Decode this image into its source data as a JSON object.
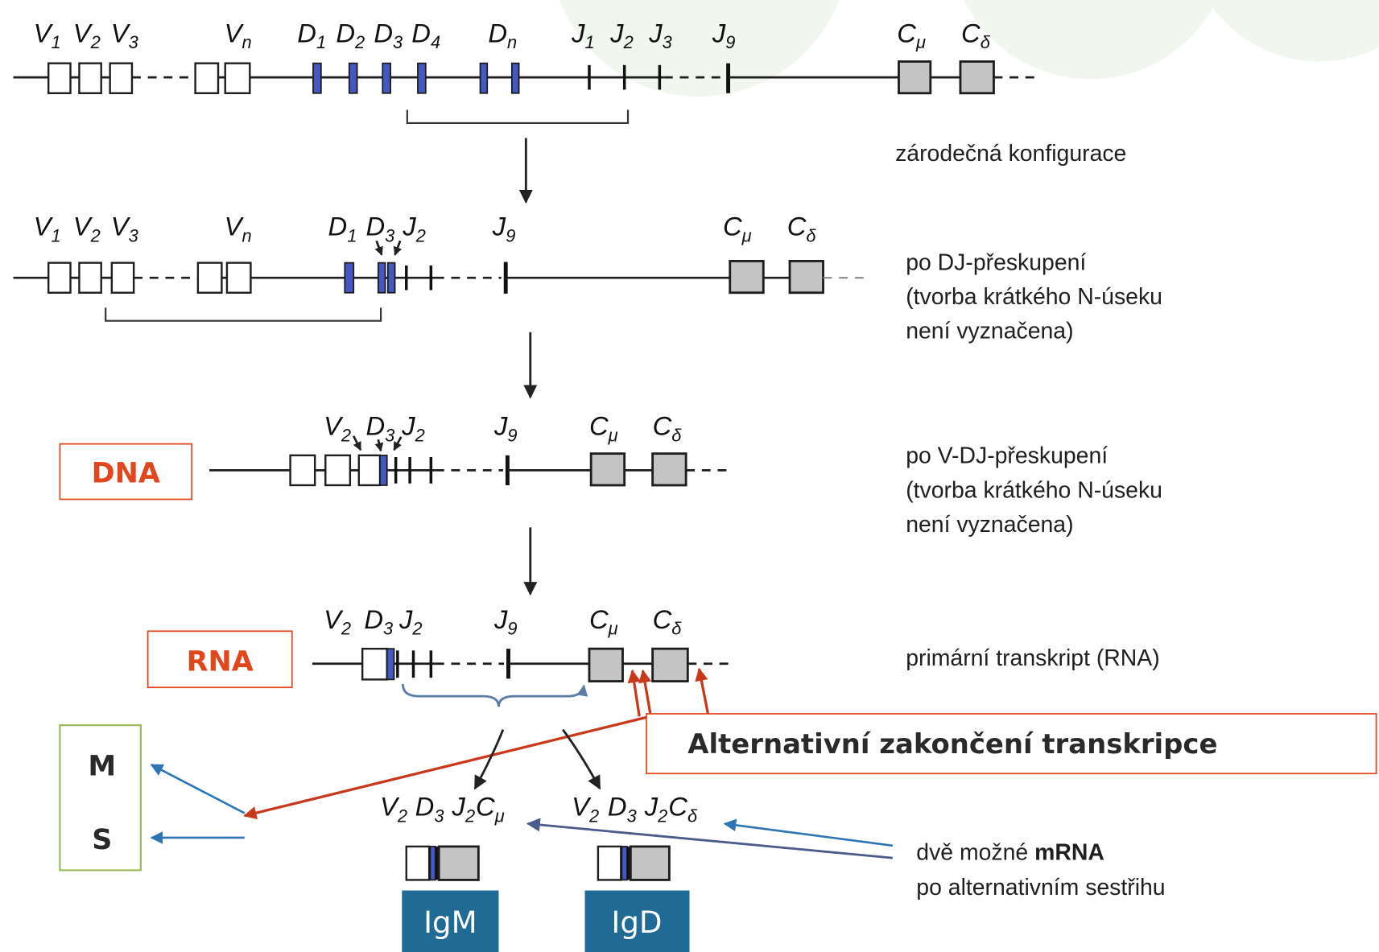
{
  "rows": {
    "germline": {
      "labels": [
        {
          "base": "V",
          "sub": "1"
        },
        {
          "base": "V",
          "sub": "2"
        },
        {
          "base": "V",
          "sub": "3"
        },
        {
          "base": "V",
          "sub": "n"
        },
        {
          "base": "D",
          "sub": "1"
        },
        {
          "base": "D",
          "sub": "2"
        },
        {
          "base": "D",
          "sub": "3"
        },
        {
          "base": "D",
          "sub": "4"
        },
        {
          "base": "D",
          "sub": "n"
        },
        {
          "base": "J",
          "sub": "1"
        },
        {
          "base": "J",
          "sub": "2"
        },
        {
          "base": "J",
          "sub": "3"
        },
        {
          "base": "J",
          "sub": "9"
        },
        {
          "base": "C",
          "sub": "μ"
        },
        {
          "base": "C",
          "sub": "δ"
        }
      ],
      "description": [
        "zárodečná konfigurace"
      ]
    },
    "dj_rearranged": {
      "labels": [
        {
          "base": "V",
          "sub": "1"
        },
        {
          "base": "V",
          "sub": "2"
        },
        {
          "base": "V",
          "sub": "3"
        },
        {
          "base": "V",
          "sub": "n"
        },
        {
          "base": "D",
          "sub": "1"
        },
        {
          "base": "D",
          "sub": "3"
        },
        {
          "base": "J",
          "sub": "2"
        },
        {
          "base": "J",
          "sub": "9"
        },
        {
          "base": "C",
          "sub": "μ"
        },
        {
          "base": "C",
          "sub": "δ"
        }
      ],
      "description": [
        "po DJ-přeskupení",
        "(tvorba krátkého N-úseku",
        "není vyznačena)"
      ]
    },
    "vdj_rearranged": {
      "tag": "DNA",
      "labels": [
        {
          "base": "V",
          "sub": "2"
        },
        {
          "base": "D",
          "sub": "3"
        },
        {
          "base": "J",
          "sub": "2"
        },
        {
          "base": "J",
          "sub": "9"
        },
        {
          "base": "C",
          "sub": "μ"
        },
        {
          "base": "C",
          "sub": "δ"
        }
      ],
      "description": [
        "po V-DJ-přeskupení",
        "(tvorba krátkého N-úseku",
        "není vyznačena)"
      ]
    },
    "primary_transcript": {
      "tag": "RNA",
      "labels": [
        {
          "base": "V",
          "sub": "2"
        },
        {
          "base": "D",
          "sub": "3"
        },
        {
          "base": "J",
          "sub": "2"
        },
        {
          "base": "J",
          "sub": "9"
        },
        {
          "base": "C",
          "sub": "μ"
        },
        {
          "base": "C",
          "sub": "δ"
        }
      ],
      "description": [
        "primární transkript (RNA)"
      ]
    }
  },
  "alternative_termination": "Alternativní zakončení transkripce",
  "membrane_secreted": {
    "m": "M",
    "s": "S"
  },
  "mrna": {
    "igm_labels": [
      {
        "base": "V",
        "sub": "2"
      },
      {
        "base": "D",
        "sub": "3"
      },
      {
        "base": "J",
        "sub": "2"
      },
      {
        "base": "C",
        "sub": "μ"
      }
    ],
    "igd_labels": [
      {
        "base": "V",
        "sub": "2"
      },
      {
        "base": "D",
        "sub": "3"
      },
      {
        "base": "J",
        "sub": "2"
      },
      {
        "base": "C",
        "sub": "δ"
      }
    ],
    "igm": "IgM",
    "igd": "IgD",
    "description": {
      "prefix": "dvě možné ",
      "bold": "mRNA",
      "line2": "po alternativním sestřihu"
    }
  },
  "colors": {
    "strand": "#1e1e1e",
    "d_segment": "#4557c0",
    "c_exon": "#c4c4c4",
    "accent_red": "#e2461c",
    "termination_arrow": "#c9381a",
    "ms_border": "#9bbb59",
    "ig_box": "#1f6b95",
    "splice_arrow_blue": "#2e75b6",
    "splice_arrow_slate": "#4b5b8a",
    "brace": "#5b7ea8",
    "background_tint": "#f1f6ee"
  }
}
